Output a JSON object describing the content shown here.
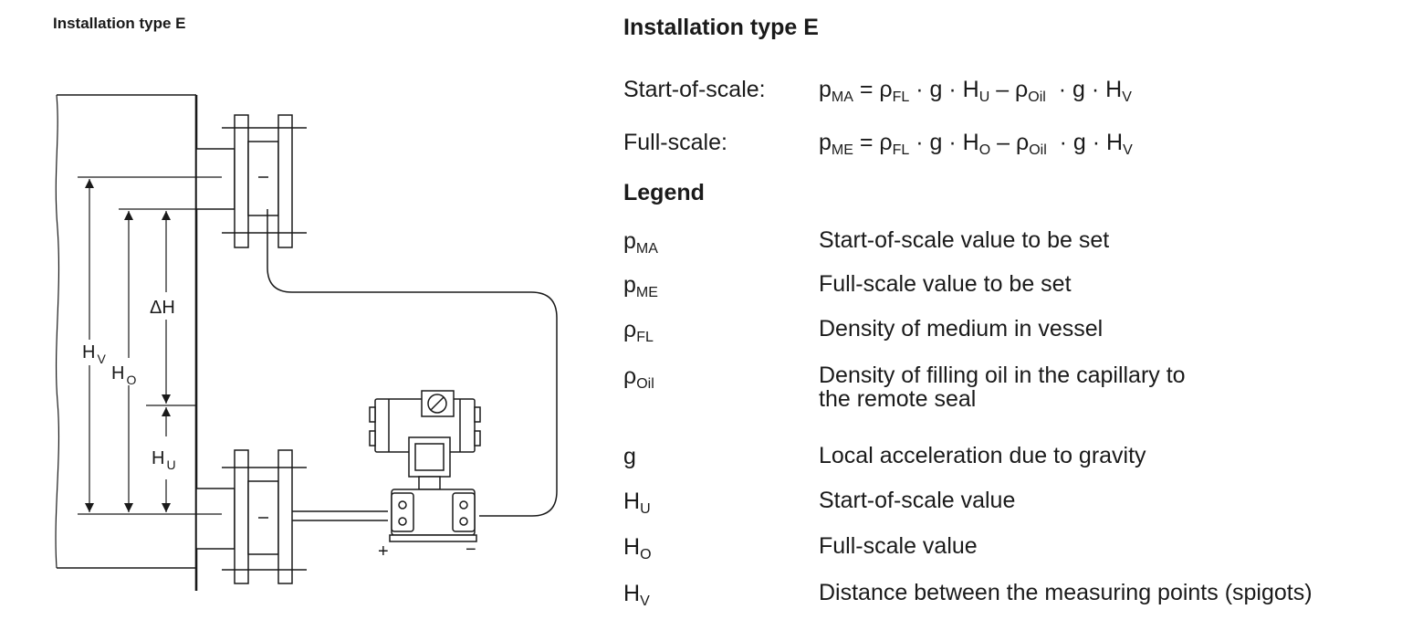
{
  "diagram": {
    "title": "Installation type E",
    "labels": {
      "hv": "H",
      "hv_sub": "V",
      "ho": "H",
      "ho_sub": "O",
      "dh": "ΔH",
      "hu": "H",
      "hu_sub": "U",
      "plus": "+",
      "minus": "−"
    }
  },
  "panel": {
    "title": "Installation type E",
    "formulas": [
      {
        "label": "Start-of-scale:",
        "parts": [
          {
            "text": "p"
          },
          {
            "sub": "MA"
          },
          {
            "text": " = ρ"
          },
          {
            "sub": "FL"
          },
          {
            "text": " · g · H"
          },
          {
            "sub": "U"
          },
          {
            "text": " – ρ"
          },
          {
            "sub": "Oil"
          },
          {
            "text": "  · g · H"
          },
          {
            "sub": "V"
          }
        ]
      },
      {
        "label": "Full-scale:",
        "parts": [
          {
            "text": "p"
          },
          {
            "sub": "ME"
          },
          {
            "text": " = ρ"
          },
          {
            "sub": "FL"
          },
          {
            "text": " · g · H"
          },
          {
            "sub": "O"
          },
          {
            "text": " – ρ"
          },
          {
            "sub": "Oil"
          },
          {
            "text": "  · g · H"
          },
          {
            "sub": "V"
          }
        ]
      }
    ],
    "legend_heading": "Legend",
    "legend": [
      {
        "sym": "p",
        "sub": "MA",
        "lines": [
          "Start-of-scale value to be set"
        ]
      },
      {
        "sym": "p",
        "sub": "ME",
        "lines": [
          "Full-scale value to be set"
        ]
      },
      {
        "sym": "ρ",
        "sub": "FL",
        "lines": [
          "Density of medium in vessel"
        ]
      },
      {
        "sym": "ρ",
        "sub": "Oil",
        "lines": [
          "Density of filling oil in the capillary to",
          "the remote seal"
        ]
      },
      {
        "sym": "g",
        "sub": "",
        "lines": [
          "Local acceleration due to gravity"
        ]
      },
      {
        "sym": "H",
        "sub": "U",
        "lines": [
          "Start-of-scale value"
        ]
      },
      {
        "sym": "H",
        "sub": "O",
        "lines": [
          "Full-scale value"
        ]
      },
      {
        "sym": "H",
        "sub": "V",
        "lines": [
          "Distance between the measuring points (spigots)"
        ]
      }
    ]
  }
}
